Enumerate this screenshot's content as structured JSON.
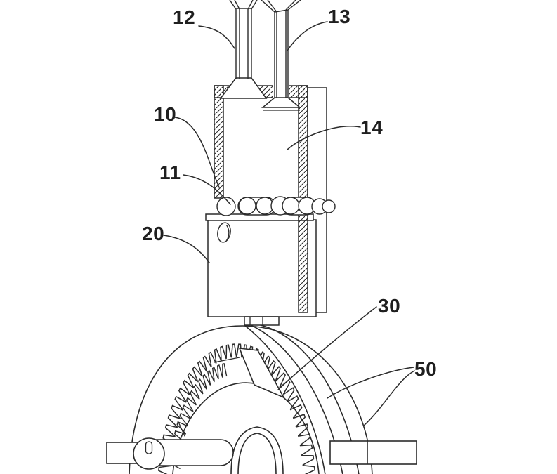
{
  "figure": {
    "ink_color": "#2b2b2b",
    "background_color": "#ffffff"
  },
  "labels": {
    "n10": "10",
    "n11": "11",
    "n12": "12",
    "n13": "13",
    "n14": "14",
    "n20": "20",
    "n30": "30",
    "n50": "50"
  }
}
